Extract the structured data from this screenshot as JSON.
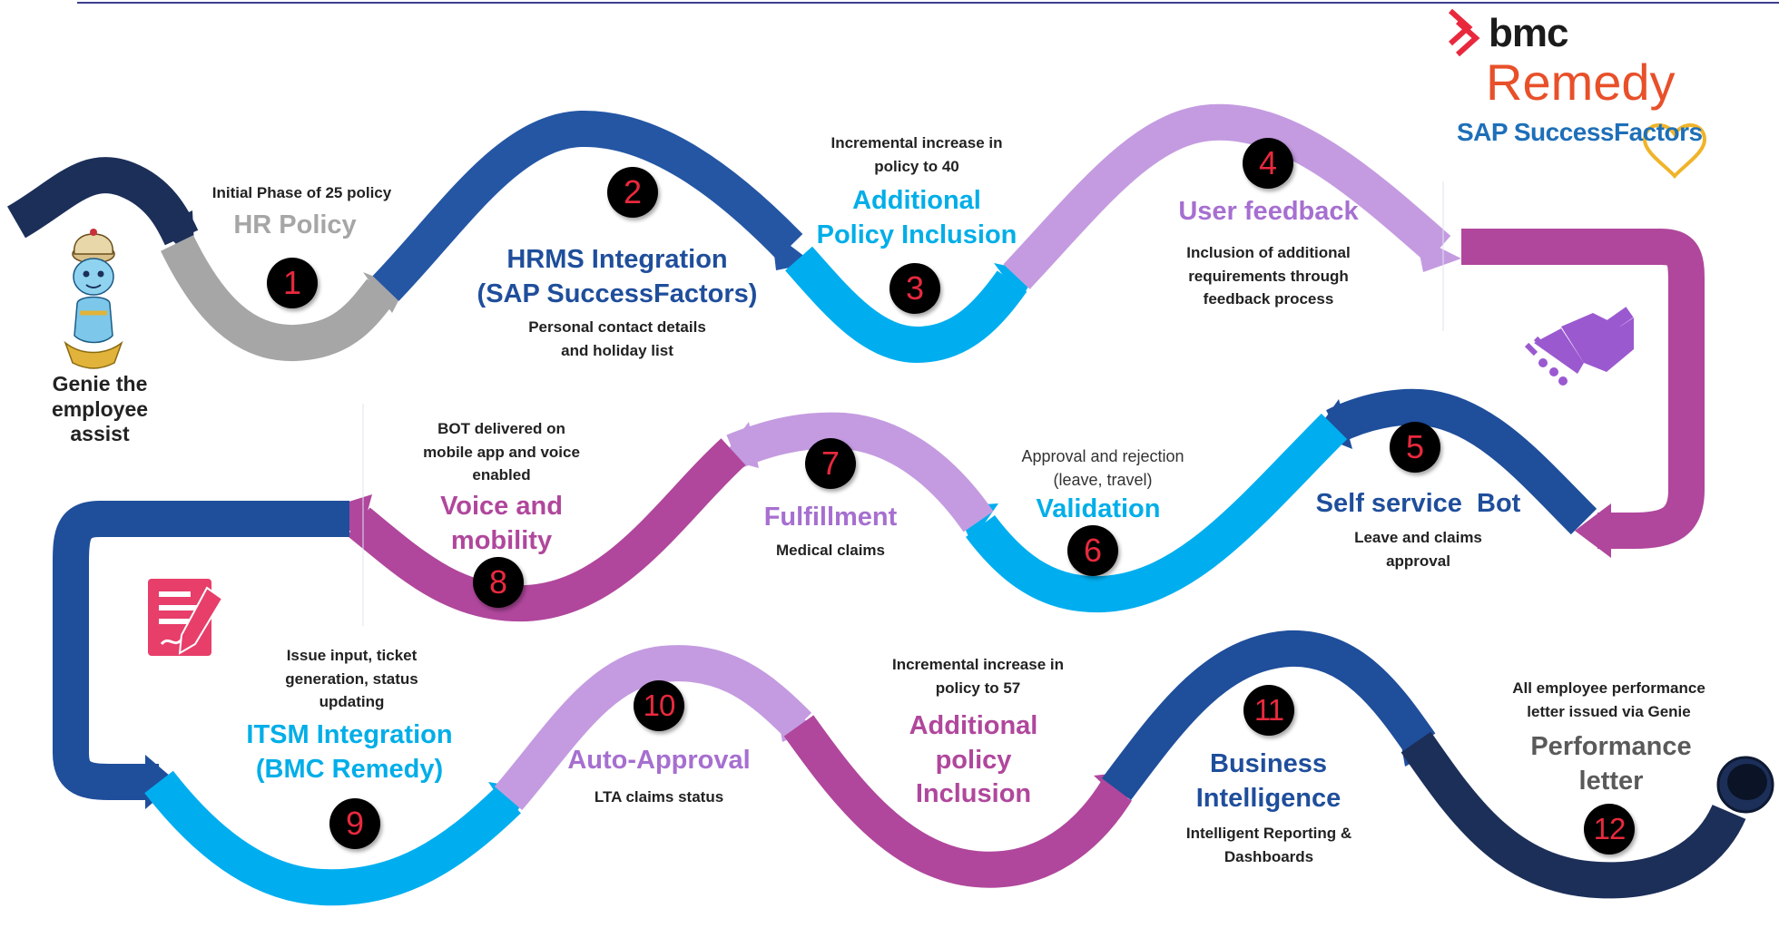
{
  "brand": {
    "bmc": "bmc",
    "remedy": "Remedy",
    "sap": "SAP SuccessFactors"
  },
  "genie": {
    "label_line1": "Genie the",
    "label_line2": "employee",
    "label_line3": "assist"
  },
  "steps": [
    {
      "number": "1",
      "title": "HR Policy",
      "note_line1": "Initial Phase of 25 policy"
    },
    {
      "number": "2",
      "title_line1": "HRMS Integration",
      "title_line2": "(SAP SuccessFactors)",
      "desc_line1": "Personal contact details",
      "desc_line2": "and holiday list"
    },
    {
      "number": "3",
      "note_line1": "Incremental increase in",
      "note_line2": "policy to 40",
      "title_line1": "Additional",
      "title_line2": "Policy Inclusion"
    },
    {
      "number": "4",
      "title": "User feedback",
      "desc_line1": "Inclusion of additional",
      "desc_line2": "requirements through",
      "desc_line3": "feedback process"
    },
    {
      "number": "5",
      "title": "Self service  Bot",
      "desc_line1": "Leave and claims",
      "desc_line2": "approval"
    },
    {
      "number": "6",
      "note_line1": "Approval and rejection",
      "note_line2": "(leave, travel)",
      "title": "Validation"
    },
    {
      "number": "7",
      "title": "Fulfillment",
      "desc_line1": "Medical claims"
    },
    {
      "number": "8",
      "note_line1": "BOT delivered on",
      "note_line2": "mobile app and voice",
      "note_line3": "enabled",
      "title_line1": "Voice and",
      "title_line2": "mobility"
    },
    {
      "number": "9",
      "note_line1": "Issue input, ticket",
      "note_line2": "generation, status",
      "note_line3": "updating",
      "title_line1": "ITSM Integration",
      "title_line2": "(BMC Remedy)"
    },
    {
      "number": "10",
      "title": "Auto-Approval",
      "desc_line1": "LTA claims status"
    },
    {
      "number": "11",
      "note_line1": "Incremental increase in",
      "note_line2": "policy to 57",
      "title_line1": "Additional",
      "title_line2": "policy",
      "title_line3": "Inclusion"
    },
    {
      "number": "12",
      "title_line1": "Business",
      "title_line2": "Intelligence",
      "desc_line1": "Intelligent Reporting &",
      "desc_line2": "Dashboards",
      "note_line1": "All employee performance",
      "note_line2": "letter issued via Genie",
      "title2_line1": "Performance",
      "title2_line2": "letter"
    }
  ],
  "colors": {
    "navy": "#1c2f59",
    "gray": "#a6a6a6",
    "blue": "#2456a4",
    "cyan": "#00aeef",
    "lilac": "#c49be0",
    "magenta": "#b0479c",
    "marker_text": "#e8293d"
  },
  "icons": [
    "genie-icon",
    "handshake-icon",
    "document-pen-icon",
    "heart-icon",
    "bmc-logo-icon"
  ]
}
